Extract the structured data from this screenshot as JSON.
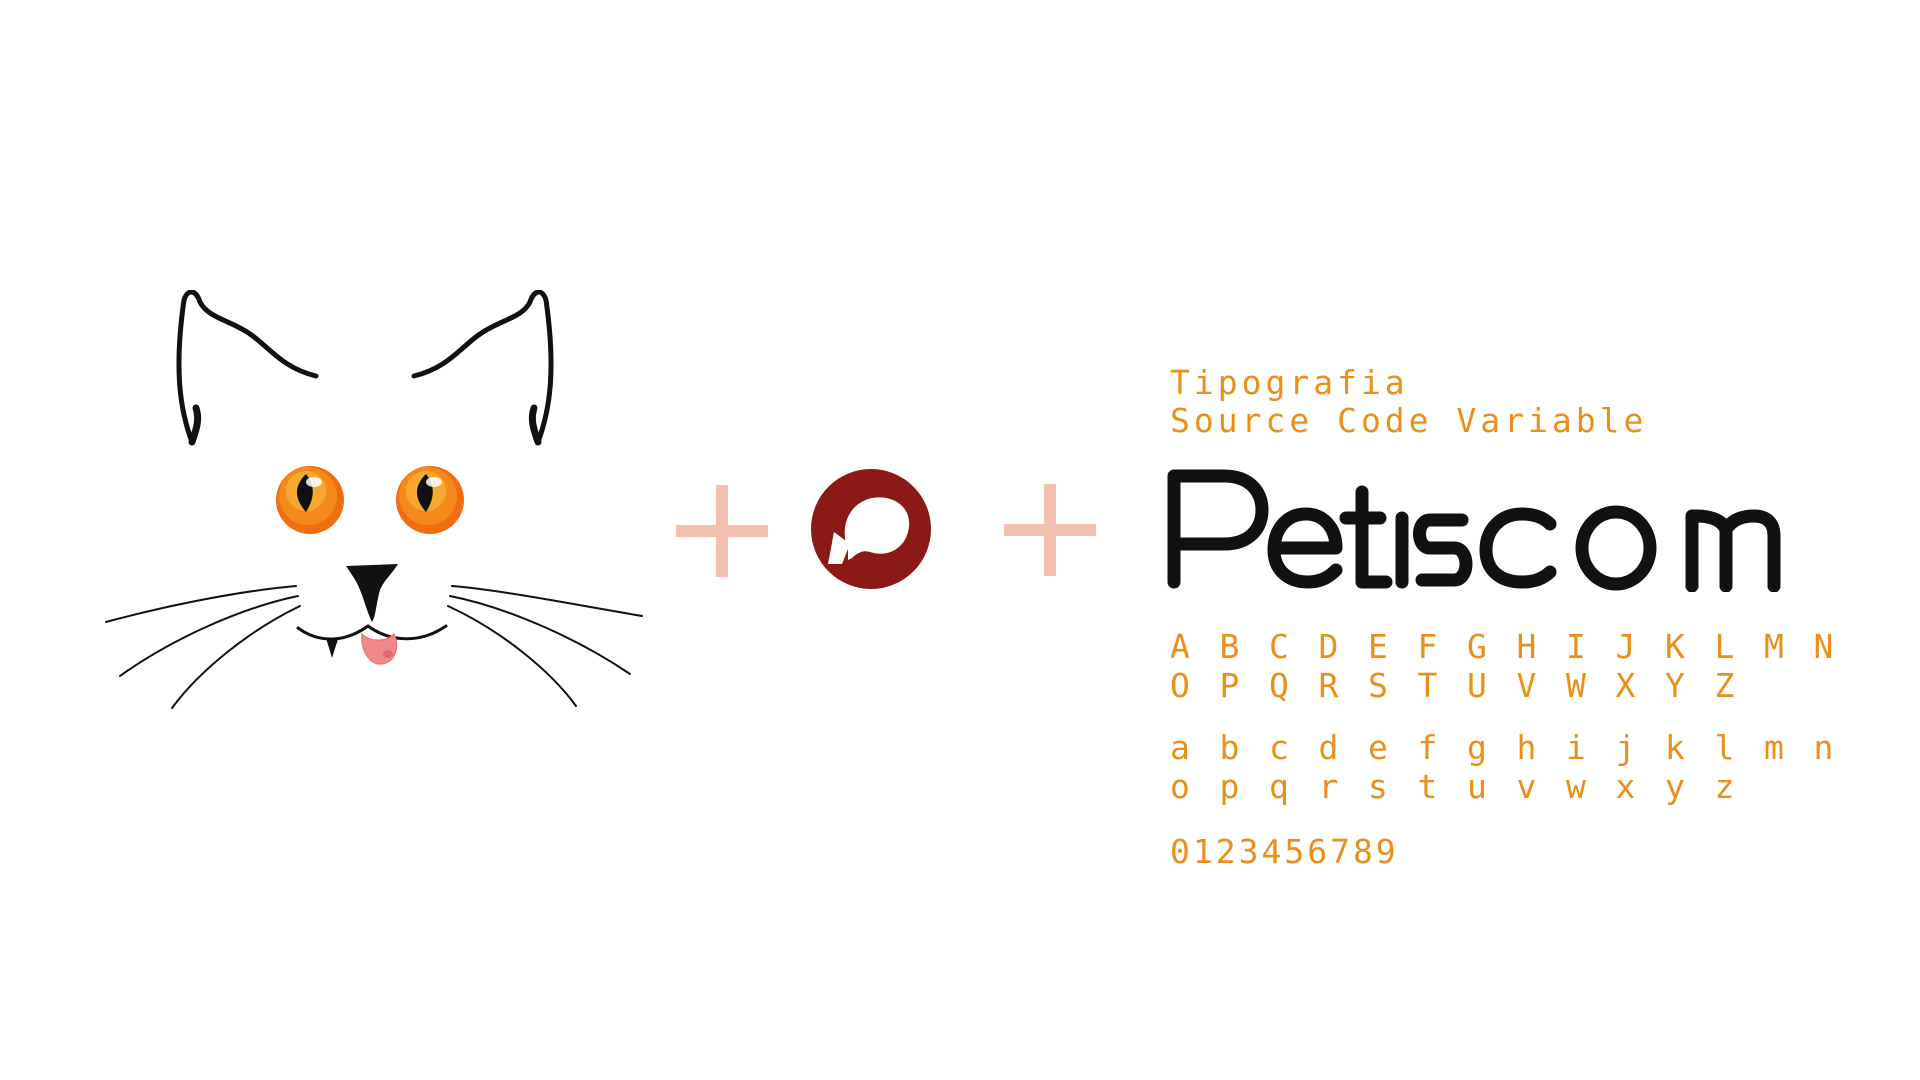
{
  "typography": {
    "heading": "Tipografia",
    "font_name": "Source Code Variable",
    "uppercase_row_1": [
      "A",
      "B",
      "C",
      "D",
      "E",
      "F",
      "G",
      "H",
      "I",
      "J",
      "K",
      "L",
      "M",
      "N"
    ],
    "uppercase_row_2": [
      "O",
      "P",
      "Q",
      "R",
      "S",
      "T",
      "U",
      "V",
      "W",
      "X",
      "Y",
      "Z"
    ],
    "lowercase_row_1": [
      "a",
      "b",
      "c",
      "d",
      "e",
      "f",
      "g",
      "h",
      "i",
      "j",
      "k",
      "l",
      "m",
      "n"
    ],
    "lowercase_row_2": [
      "o",
      "p",
      "q",
      "r",
      "s",
      "t",
      "u",
      "v",
      "w",
      "x",
      "y",
      "z"
    ],
    "digits": "0123456789"
  },
  "brand": {
    "wordmark": "Petiscom",
    "illustration": "cat-face-icon",
    "symbol": "speech-bubble-icon",
    "separator": "plus-icon"
  },
  "colors": {
    "type_orange": "#e8901a",
    "plus_pink": "#f4c0b0",
    "symbol_red": "#8b1a17",
    "ink": "#111111",
    "eye_orange": "#f5891a",
    "tongue": "#f08a8a"
  }
}
